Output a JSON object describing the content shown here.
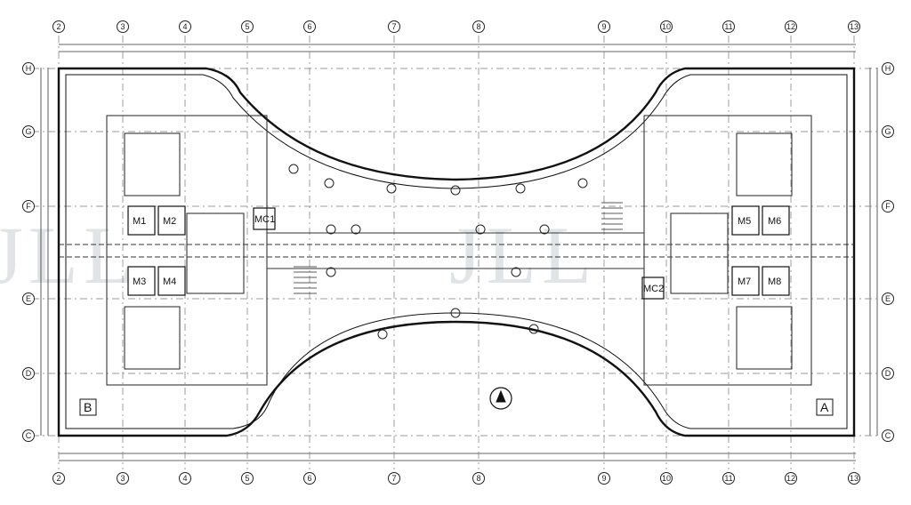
{
  "grid": {
    "columns": [
      "2",
      "3",
      "4",
      "5",
      "6",
      "7",
      "8",
      "9",
      "10",
      "11",
      "12",
      "13"
    ],
    "rows_left": [
      "H",
      "G",
      "F",
      "E",
      "D",
      "C"
    ],
    "rows_right": [
      "H",
      "G",
      "F",
      "E",
      "D",
      "C"
    ]
  },
  "rooms": {
    "left_lifts": [
      "M1",
      "M2",
      "M3",
      "M4"
    ],
    "right_lifts": [
      "M5",
      "M6",
      "M7",
      "M8"
    ],
    "left_core": "MC1",
    "right_core": "MC2"
  },
  "corners": {
    "left": "B",
    "right": "A"
  },
  "watermark": "JLL"
}
